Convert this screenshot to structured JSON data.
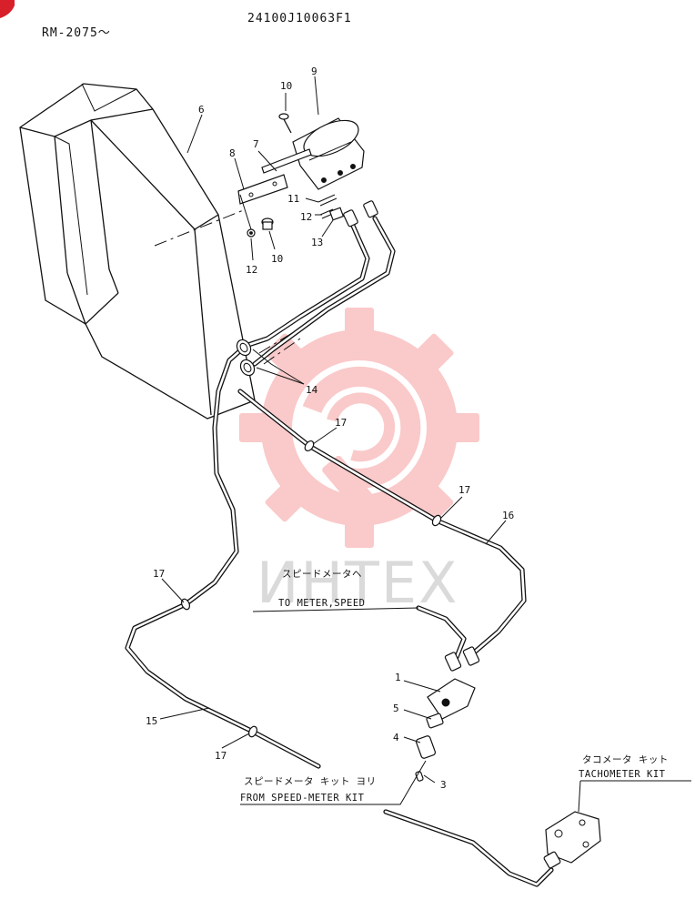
{
  "header": {
    "model_range": "RM-2075～",
    "drawing_number": "24100J10063F1"
  },
  "watermark": {
    "text": "ИНТЕХ",
    "color": "#f05a5a"
  },
  "callouts": {
    "c1": "1",
    "c3": "3",
    "c4": "4",
    "c5": "5",
    "c6": "6",
    "c7": "7",
    "c8": "8",
    "c9": "9",
    "c10a": "10",
    "c10b": "10",
    "c11": "11",
    "c12a": "12",
    "c12b": "12",
    "c13": "13",
    "c14": "14",
    "c15": "15",
    "c16": "16",
    "c17a": "17",
    "c17b": "17",
    "c17c": "17",
    "c17d": "17"
  },
  "notes": {
    "to_meter_jp": "スピードメータヘ",
    "to_meter_en": "TO METER,SPEED",
    "from_kit_jp": "スピードメータ キット ヨリ",
    "from_kit_en": "FROM SPEED-METER KIT",
    "tacho_kit_jp": "タコメータ キット",
    "tacho_kit_en": "TACHOMETER KIT"
  }
}
